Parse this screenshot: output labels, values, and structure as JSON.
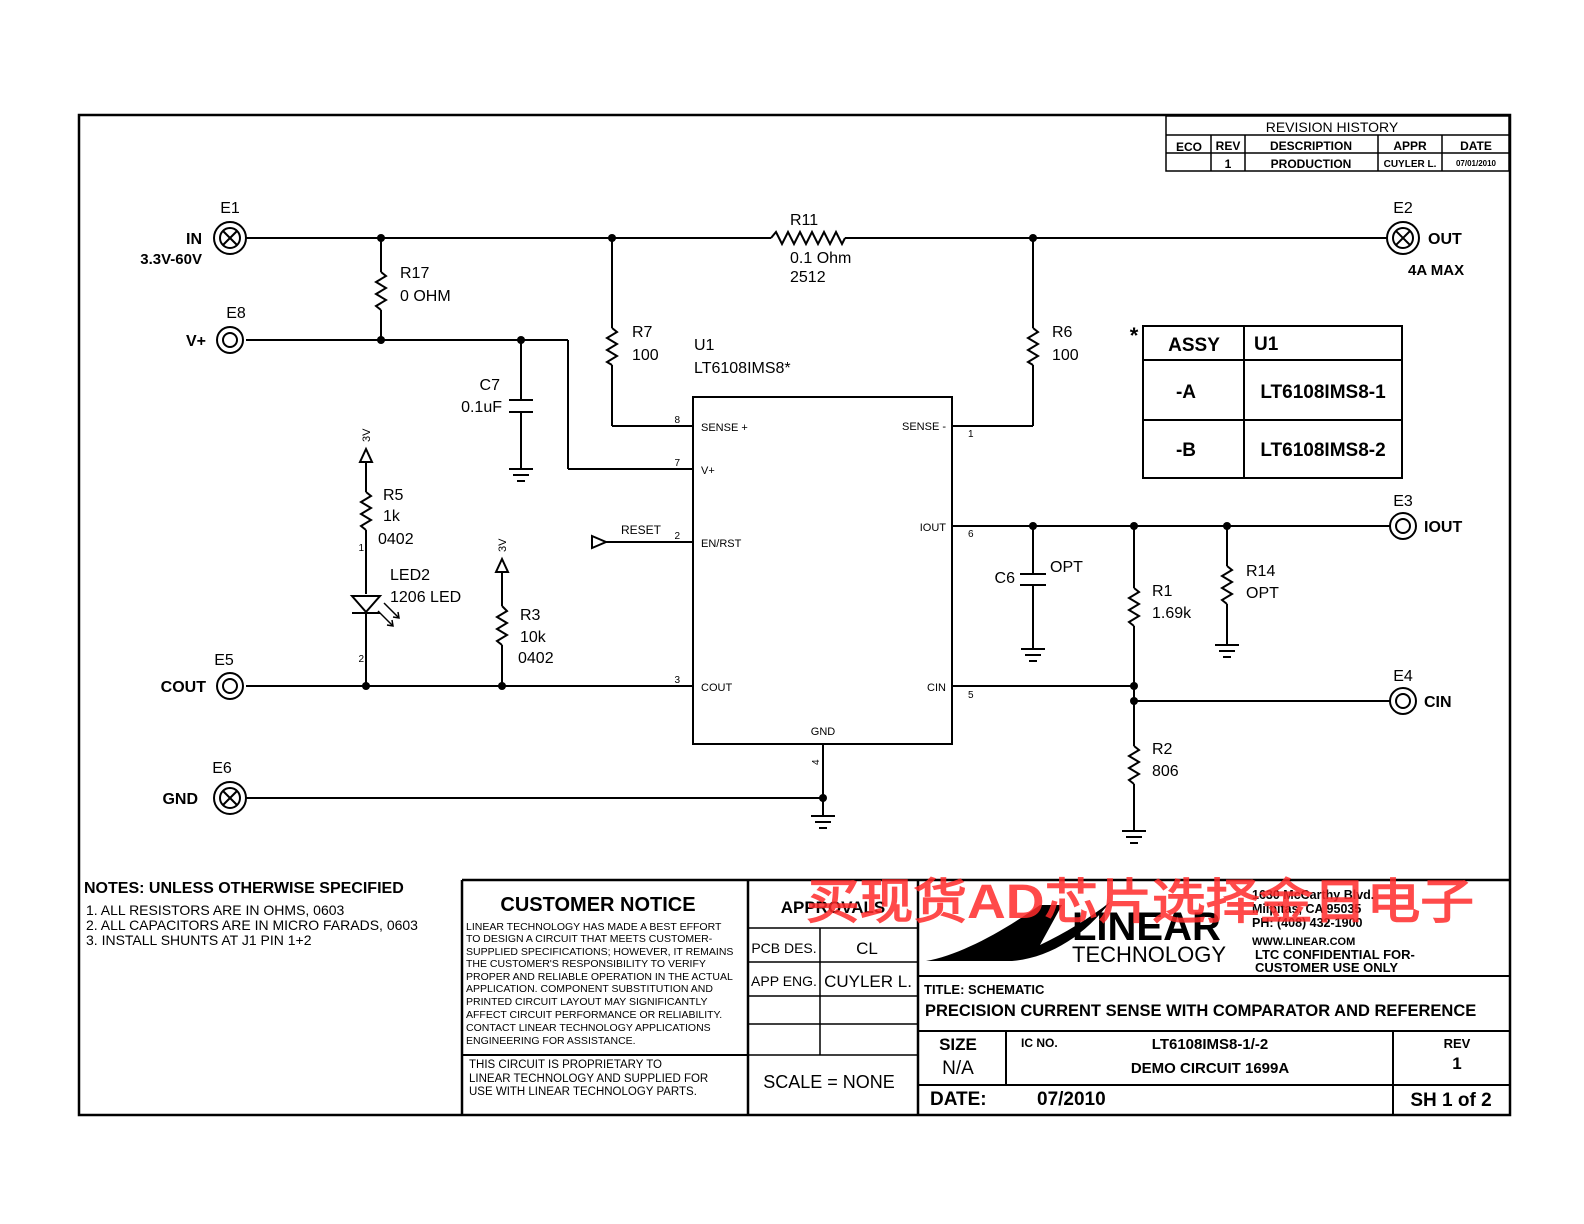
{
  "revision_history": {
    "title": "REVISION HISTORY",
    "headers": [
      "ECO",
      "REV",
      "DESCRIPTION",
      "APPR",
      "DATE"
    ],
    "row": [
      "",
      "1",
      "PRODUCTION",
      "CUYLER L.",
      "07/01/2010"
    ]
  },
  "terminals": {
    "e1": {
      "ref": "E1",
      "name": "IN",
      "note": "3.3V-60V"
    },
    "e2": {
      "ref": "E2",
      "name": "OUT",
      "note": "4A MAX"
    },
    "e8": {
      "ref": "E8",
      "name": "V+"
    },
    "e3": {
      "ref": "E3",
      "name": "IOUT"
    },
    "e4": {
      "ref": "E4",
      "name": "CIN"
    },
    "e5": {
      "ref": "E5",
      "name": "COUT"
    },
    "e6": {
      "ref": "E6",
      "name": "GND"
    }
  },
  "components": {
    "r11": {
      "ref": "R11",
      "value": "0.1 Ohm",
      "pkg": "2512"
    },
    "r17": {
      "ref": "R17",
      "value": "0 OHM"
    },
    "r7": {
      "ref": "R7",
      "value": "100"
    },
    "r6": {
      "ref": "R6",
      "value": "100"
    },
    "c7": {
      "ref": "C7",
      "value": "0.1uF"
    },
    "r5": {
      "ref": "R5",
      "value": "1k",
      "pkg": "0402"
    },
    "led2": {
      "ref": "LED2",
      "value": "1206 LED"
    },
    "r3": {
      "ref": "R3",
      "value": "10k",
      "pkg": "0402"
    },
    "c6": {
      "ref": "C6",
      "value": "OPT"
    },
    "r1": {
      "ref": "R1",
      "value": "1.69k"
    },
    "r14": {
      "ref": "R14",
      "value": "OPT"
    },
    "r2": {
      "ref": "R2",
      "value": "806"
    },
    "supply_3v": "3V",
    "reset": "RESET"
  },
  "u1": {
    "ref": "U1",
    "part": "LT6108IMS8*",
    "pins": {
      "sense_plus": {
        "num": "8",
        "name": "SENSE +"
      },
      "vplus": {
        "num": "7",
        "name": "V+"
      },
      "en_rst": {
        "num": "2",
        "name": "EN/RST"
      },
      "cout": {
        "num": "3",
        "name": "COUT"
      },
      "sense_minus": {
        "num": "1",
        "name": "SENSE -"
      },
      "iout": {
        "num": "6",
        "name": "IOUT"
      },
      "cin": {
        "num": "5",
        "name": "CIN"
      },
      "gnd": {
        "num": "4",
        "name": "GND"
      }
    },
    "pin_num_1": "1",
    "pin_num_2": "2"
  },
  "assy_table": {
    "star": "*",
    "headers": [
      "ASSY",
      "U1"
    ],
    "rows": [
      [
        "-A",
        "LT6108IMS8-1"
      ],
      [
        "-B",
        "LT6108IMS8-2"
      ]
    ]
  },
  "notes": {
    "title": "NOTES:  UNLESS OTHERWISE SPECIFIED",
    "items": [
      "1.  ALL RESISTORS ARE IN OHMS, 0603",
      "2.  ALL CAPACITORS ARE IN MICRO FARADS, 0603",
      "3.  INSTALL SHUNTS AT J1 PIN 1+2"
    ]
  },
  "customer_notice": {
    "title": "CUSTOMER NOTICE",
    "lines": [
      "LINEAR TECHNOLOGY HAS MADE A BEST EFFORT",
      "TO DESIGN A CIRCUIT THAT MEETS CUSTOMER-",
      "SUPPLIED SPECIFICATIONS; HOWEVER, IT REMAINS",
      "THE CUSTOMER'S RESPONSIBILITY TO VERIFY",
      "PROPER AND RELIABLE OPERATION IN THE ACTUAL",
      "APPLICATION. COMPONENT SUBSTITUTION AND",
      "PRINTED CIRCUIT LAYOUT MAY SIGNIFICANTLY",
      "AFFECT CIRCUIT PERFORMANCE OR RELIABILITY.",
      "CONTACT LINEAR TECHNOLOGY APPLICATIONS",
      "ENGINEERING FOR ASSISTANCE."
    ],
    "proprietary": [
      "THIS CIRCUIT IS PROPRIETARY TO",
      "LINEAR TECHNOLOGY AND SUPPLIED FOR",
      "USE WITH LINEAR TECHNOLOGY PARTS."
    ]
  },
  "approvals": {
    "title": "APPROVALS",
    "rows": [
      [
        "PCB DES.",
        "CL"
      ],
      [
        "APP ENG.",
        "CUYLER L."
      ]
    ],
    "scale": "SCALE = NONE"
  },
  "company": {
    "name": "LINEAR",
    "sub": "TECHNOLOGY",
    "address": [
      "1630 McCarthy Blvd.",
      "Milpitas, CA 95035",
      "PH: (408) 432-1900",
      "WWW.LINEAR.COM"
    ],
    "confidential": [
      "LTC CONFIDENTIAL FOR-",
      "CUSTOMER USE ONLY"
    ]
  },
  "title_block": {
    "title_label": "TITLE: SCHEMATIC",
    "title": "PRECISION CURRENT SENSE WITH COMPARATOR AND REFERENCE",
    "size_label": "SIZE",
    "size": "N/A",
    "ic_label": "IC NO.",
    "ic": "LT6108IMS8-1/-2",
    "demo": "DEMO CIRCUIT 1699A",
    "rev_label": "REV",
    "rev": "1",
    "date_label": "DATE:",
    "date": "07/2010",
    "sheet": "SH 1 of 2"
  },
  "watermark": "买现货AD芯片选择金日电子"
}
